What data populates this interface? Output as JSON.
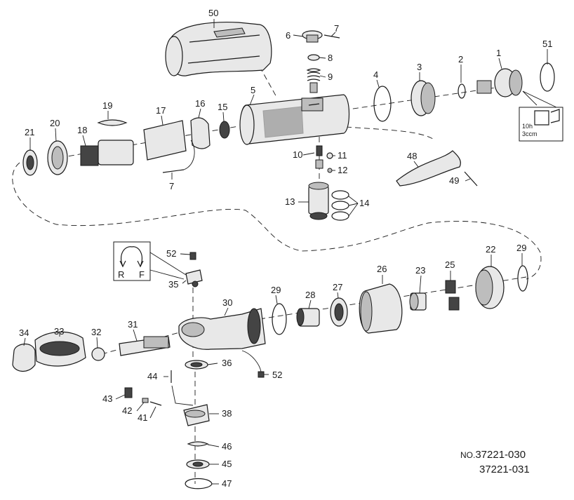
{
  "callouts": [
    {
      "id": "50",
      "text": "50"
    },
    {
      "id": "6",
      "text": "6"
    },
    {
      "id": "7a",
      "text": "7"
    },
    {
      "id": "8",
      "text": "8"
    },
    {
      "id": "9",
      "text": "9"
    },
    {
      "id": "4",
      "text": "4"
    },
    {
      "id": "3",
      "text": "3"
    },
    {
      "id": "2",
      "text": "2"
    },
    {
      "id": "1",
      "text": "1"
    },
    {
      "id": "51",
      "text": "51"
    },
    {
      "id": "5",
      "text": "5"
    },
    {
      "id": "19",
      "text": "19"
    },
    {
      "id": "17",
      "text": "17"
    },
    {
      "id": "16",
      "text": "16"
    },
    {
      "id": "15",
      "text": "15"
    },
    {
      "id": "21",
      "text": "21"
    },
    {
      "id": "20",
      "text": "20"
    },
    {
      "id": "18",
      "text": "18"
    },
    {
      "id": "7b",
      "text": "7"
    },
    {
      "id": "10",
      "text": "10"
    },
    {
      "id": "11",
      "text": "11"
    },
    {
      "id": "12",
      "text": "12"
    },
    {
      "id": "48",
      "text": "48"
    },
    {
      "id": "49",
      "text": "49"
    },
    {
      "id": "13",
      "text": "13"
    },
    {
      "id": "14",
      "text": "14"
    },
    {
      "id": "52a",
      "text": "52"
    },
    {
      "id": "35",
      "text": "35"
    },
    {
      "id": "26",
      "text": "26"
    },
    {
      "id": "23",
      "text": "23"
    },
    {
      "id": "25",
      "text": "25"
    },
    {
      "id": "22",
      "text": "22"
    },
    {
      "id": "29a",
      "text": "29"
    },
    {
      "id": "29b",
      "text": "29"
    },
    {
      "id": "28",
      "text": "28"
    },
    {
      "id": "27",
      "text": "27"
    },
    {
      "id": "30",
      "text": "30"
    },
    {
      "id": "34",
      "text": "34"
    },
    {
      "id": "33",
      "text": "33"
    },
    {
      "id": "32",
      "text": "32"
    },
    {
      "id": "31",
      "text": "31"
    },
    {
      "id": "36",
      "text": "36"
    },
    {
      "id": "52b",
      "text": "52"
    },
    {
      "id": "44",
      "text": "44"
    },
    {
      "id": "43",
      "text": "43"
    },
    {
      "id": "42",
      "text": "42"
    },
    {
      "id": "41",
      "text": "41"
    },
    {
      "id": "38",
      "text": "38"
    },
    {
      "id": "46",
      "text": "46"
    },
    {
      "id": "45",
      "text": "45"
    },
    {
      "id": "47",
      "text": "47"
    }
  ],
  "lube_note": {
    "line1": "10h",
    "line2": "3ccm"
  },
  "direction_inset": {
    "left": "R",
    "right": "F"
  },
  "part_numbers": {
    "prefix": "NO.",
    "first": "37221-030",
    "second": "37221-031"
  }
}
